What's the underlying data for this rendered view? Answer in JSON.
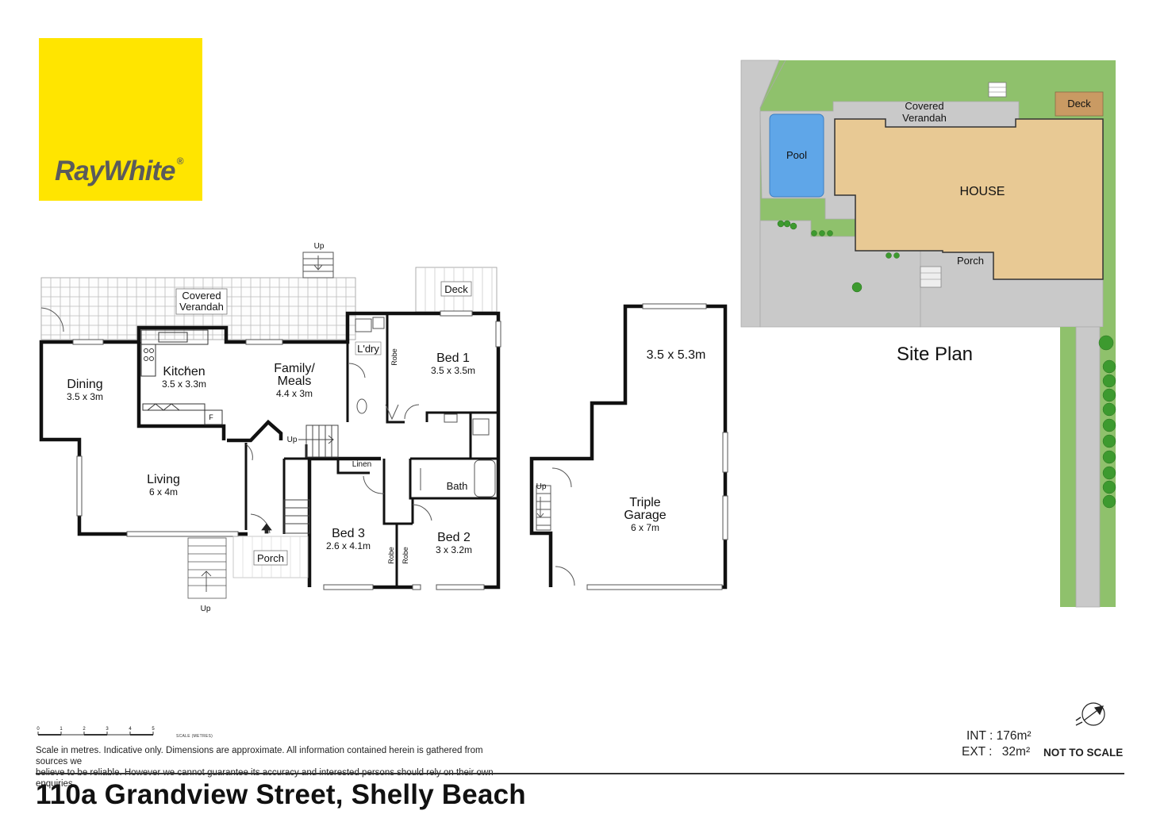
{
  "brand": {
    "name": "RayWhite",
    "dot": "®",
    "color": "#ffe500"
  },
  "floorplan": {
    "verandah": [
      "Covered",
      "Verandah"
    ],
    "deck": "Deck",
    "up": "Up",
    "dining": {
      "name": "Dining",
      "size": "3.5 x 3m"
    },
    "kitchen": {
      "name": "Kitchen",
      "size": "3.5 x 3.3m"
    },
    "family": {
      "name1": "Family/",
      "name2": "Meals",
      "size": "4.4 x 3m"
    },
    "laundry": "L'dry",
    "robe": "Robe",
    "bed1": {
      "name": "Bed 1",
      "size": "3.5 x 3.5m"
    },
    "living": {
      "name": "Living",
      "size": "6 x 4m"
    },
    "linen": "Linen",
    "bath": "Bath",
    "fridge": "F",
    "bed3": {
      "name": "Bed 3",
      "size": "2.6 x 4.1m"
    },
    "bed2": {
      "name": "Bed 2",
      "size": "3 x 3.2m"
    },
    "porch": "Porch"
  },
  "garage": {
    "upper_size": "3.5 x 5.3m",
    "name1": "Triple",
    "name2": "Garage",
    "size": "6 x 7m",
    "up": "Up"
  },
  "siteplan": {
    "title": "Site Plan",
    "verandah": [
      "Covered",
      "Verandah"
    ],
    "deck": "Deck",
    "pool": "Pool",
    "house": "HOUSE",
    "porch": "Porch"
  },
  "scale": {
    "ticks": [
      "0",
      "1",
      "2",
      "3",
      "4",
      "5"
    ],
    "caption": "SCALE (METRES)"
  },
  "disclaimer": [
    "Scale in metres. Indicative only. Dimensions are approximate. All information contained herein is gathered from sources we",
    "believe to be reliable. However we cannot guarantee its accuracy and interested persons should rely on their own enquiries"
  ],
  "area": {
    "int_label": "INT :",
    "int_value": "176m²",
    "ext_label": "EXT :",
    "ext_value": "32m²"
  },
  "not_to_scale": "NOT TO SCALE",
  "address": "110a Grandview Street, Shelly Beach",
  "colors": {
    "grass": "#8fc16c",
    "paving": "#c9c9c9",
    "house": "#e8c994",
    "pool": "#5fa6e8",
    "deck": "#c99a63"
  }
}
